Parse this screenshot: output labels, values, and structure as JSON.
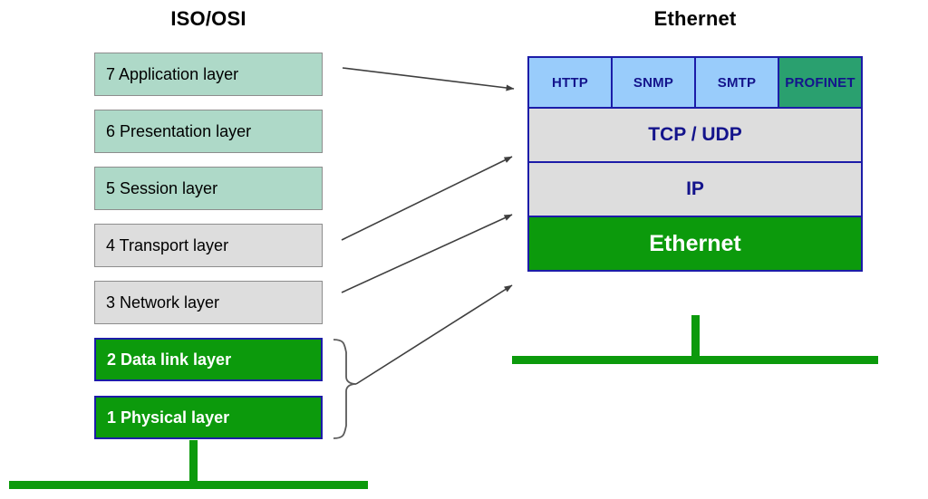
{
  "titles": {
    "left": "ISO/OSI",
    "right": "Ethernet"
  },
  "colors": {
    "osi_upper_fill": "#aed9c8",
    "osi_mid_fill": "#dddddd",
    "osi_lower_fill": "#0c9a0c",
    "box_border_gray": "#8d8d8d",
    "box_border_navy": "#1c1ca8",
    "protocol_blue": "#99ccfb",
    "profinet_teal": "#2aa06f",
    "stack_gray": "#dddddd",
    "ethernet_green": "#0c9a0c",
    "navy_text": "#14148c",
    "bus_green": "#0c9a0c",
    "arrow": "#3f3f3f"
  },
  "osi_layers": [
    {
      "label": "7 Application layer",
      "style": "upper"
    },
    {
      "label": "6 Presentation  layer",
      "style": "upper"
    },
    {
      "label": "5 Session layer",
      "style": "upper"
    },
    {
      "label": "4 Transport layer",
      "style": "mid"
    },
    {
      "label": "3 Network layer",
      "style": "mid"
    },
    {
      "label": "2 Data link layer",
      "style": "lower"
    },
    {
      "label": "1 Physical layer",
      "style": "lower"
    }
  ],
  "ethernet_stack": {
    "protocols": [
      {
        "label": "HTTP",
        "style": "blue"
      },
      {
        "label": "SNMP",
        "style": "blue"
      },
      {
        "label": "SMTP",
        "style": "blue"
      },
      {
        "label": "PROFINET",
        "style": "teal"
      }
    ],
    "bands": [
      {
        "label": "TCP / UDP",
        "style": "gray"
      },
      {
        "label": "IP",
        "style": "gray"
      },
      {
        "label": "Ethernet",
        "style": "green"
      }
    ]
  },
  "mappings": [
    {
      "from": "7 Application layer",
      "to": "HTTP / SNMP / SMTP / PROFINET"
    },
    {
      "from": "4 Transport layer",
      "to": "TCP / UDP"
    },
    {
      "from": "3 Network layer",
      "to": "IP"
    },
    {
      "from": "1 Physical layer + 2 Data link layer",
      "to": "Ethernet"
    }
  ]
}
